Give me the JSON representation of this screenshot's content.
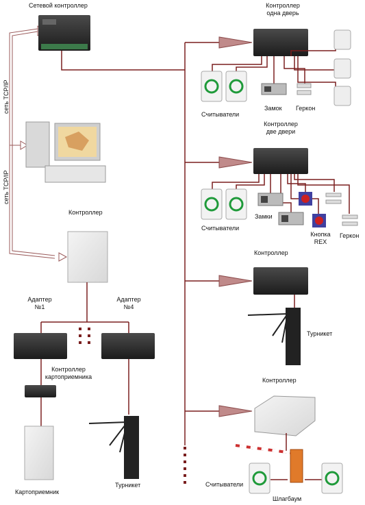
{
  "labels": {
    "network_controller": "Сетевой контроллер",
    "tcpip_1": "сеть TCP/IP",
    "tcpip_2": "сеть TCP/IP",
    "controller_main": "Контроллер",
    "adapter_1_line1": "Адаптер",
    "adapter_1_line2": "№1",
    "adapter_4_line1": "Адаптер",
    "adapter_4_line2": "№4",
    "card_ctrl_line1": "Контроллер",
    "card_ctrl_line2": "картоприемника",
    "card_acceptor": "Картоприемник",
    "turnstile_left": "Турникет",
    "one_door_line1": "Контроллер",
    "one_door_line2": "одна дверь",
    "readers_1": "Считыватели",
    "lock_1": "Замок",
    "gerkon_1": "Геркон",
    "two_door_line1": "Контроллер",
    "two_door_line2": "две двери",
    "readers_2": "Считыватели",
    "locks_2": "Замки",
    "rex_line1": "Кнопка",
    "rex_line2": "REX",
    "gerkon_2": "Геркон",
    "controller_turnstile": "Контроллер",
    "turnstile_right": "Турникет",
    "controller_barrier": "Контроллер",
    "readers_3": "Считыватели",
    "barrier": "Шлагбаум"
  },
  "colors": {
    "cable": "#7a1f1f",
    "arrow": "#b07070",
    "device": "#2b2b2b",
    "reader_ring": "#1f9a3a"
  }
}
